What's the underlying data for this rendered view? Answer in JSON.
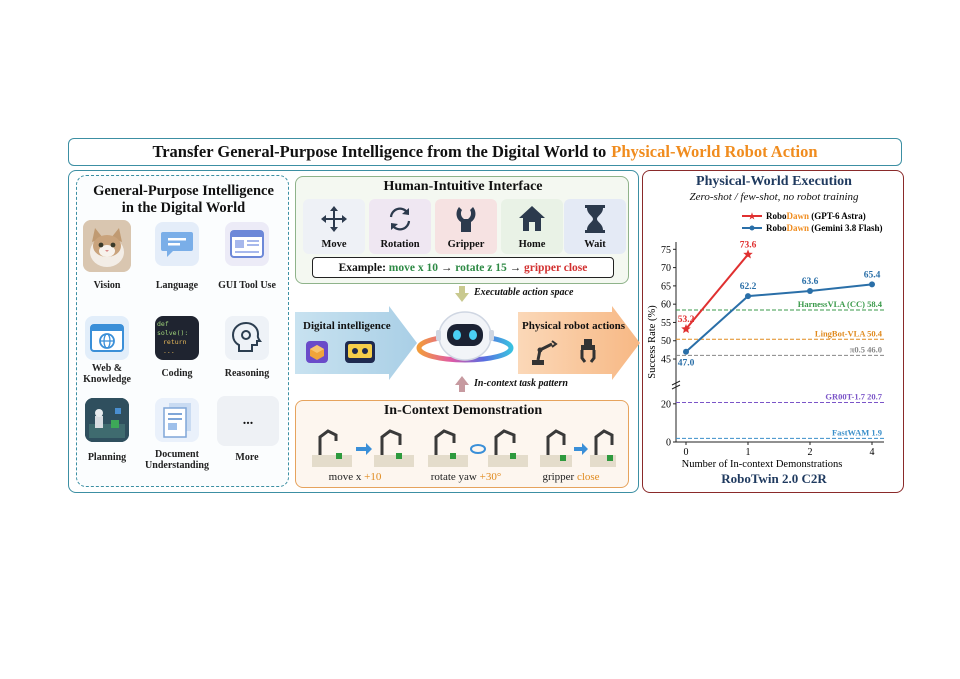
{
  "title": {
    "main": "Transfer General-Purpose Intelligence from the Digital World to",
    "accent": "Physical-World Robot Action",
    "accent_color": "#f08c1e"
  },
  "digital": {
    "title1": "General-Purpose Intelligence",
    "title2": "in the Digital World",
    "items": [
      {
        "label1": "Vision",
        "label2": "",
        "icon": "cat-photo-icon"
      },
      {
        "label1": "Language",
        "label2": "",
        "icon": "chat-bubble-icon"
      },
      {
        "label1": "GUI Tool Use",
        "label2": "",
        "icon": "browser-window-icon"
      },
      {
        "label1": "Web &",
        "label2": "Knowledge",
        "icon": "globe-window-icon"
      },
      {
        "label1": "Coding",
        "label2": "",
        "icon": "code-editor-icon",
        "code1": "def solve():",
        "code2": "return ..."
      },
      {
        "label1": "Reasoning",
        "label2": "",
        "icon": "head-gear-icon"
      },
      {
        "label1": "Planning",
        "label2": "",
        "icon": "robot-scene-icon"
      },
      {
        "label1": "Document",
        "label2": "Understanding",
        "icon": "document-icon"
      },
      {
        "label1": "More",
        "label2": "",
        "icon": "ellipsis-icon",
        "glyph": "..."
      }
    ]
  },
  "interface": {
    "title": "Human-Intuitive Interface",
    "actions": [
      {
        "label": "Move",
        "icon": "move-arrows-icon"
      },
      {
        "label": "Rotation",
        "icon": "rotate-icon"
      },
      {
        "label": "Gripper",
        "icon": "gripper-icon"
      },
      {
        "label": "Home",
        "icon": "home-icon"
      },
      {
        "label": "Wait",
        "icon": "hourglass-icon"
      }
    ],
    "example_prefix": "Example:",
    "example_move": "move x 10",
    "example_arrow": "→",
    "example_rotate": "rotate z 15",
    "example_gripper": "gripper close"
  },
  "flow": {
    "executable": "Executable action space",
    "in_context": "In-context task pattern",
    "digital_intelligence": "Digital intelligence",
    "physical_actions": "Physical robot actions"
  },
  "demonstration": {
    "title": "In-Context Demonstration",
    "demos": [
      {
        "op": "move x",
        "val": "+10"
      },
      {
        "op": "rotate yaw",
        "val": "+30°"
      },
      {
        "op": "gripper",
        "val": "close"
      }
    ]
  },
  "execution": {
    "title": "Physical-World Execution",
    "subtitle": "Zero-shot / few-shot, no robot training",
    "footer": "RoboTwin 2.0 C2R"
  },
  "chart_data": {
    "type": "line",
    "xlabel": "Number of In-context Demonstrations",
    "ylabel": "Success Rate (%)",
    "x_ticks": [
      "0",
      "1",
      "2",
      "4"
    ],
    "y_ticks_upper": [
      "45",
      "50",
      "55",
      "60",
      "65",
      "70",
      "75"
    ],
    "y_ticks_lower": [
      "0",
      "20"
    ],
    "axis_break": true,
    "series": [
      {
        "name_prefix": "Robo",
        "name_accent": "Dawn",
        "name_suffix": "(GPT-6 Astra)",
        "color": "#e03030",
        "marker": "star",
        "x": [
          0,
          1
        ],
        "y": [
          53.2,
          73.6
        ],
        "labels": [
          "53.2",
          "73.6"
        ]
      },
      {
        "name_prefix": "Robo",
        "name_accent": "Dawn",
        "name_suffix": "(Gemini 3.8 Flash)",
        "color": "#2a6fa8",
        "marker": "circle",
        "x": [
          0,
          1,
          2,
          4
        ],
        "y": [
          47.0,
          62.2,
          63.6,
          65.4
        ],
        "labels": [
          "47.0",
          "62.2",
          "63.6",
          "65.4"
        ]
      }
    ],
    "baselines": [
      {
        "name": "HarnessVLA (CC)",
        "value": 58.4,
        "label": "58.4",
        "color": "#3a9a4a"
      },
      {
        "name": "LingBot-VLA",
        "value": 50.4,
        "label": "50.4",
        "color": "#e08a1e"
      },
      {
        "name": "π0.5",
        "value": 46.0,
        "label": "46.0",
        "color": "#888888"
      },
      {
        "name": "GR00T-1.7",
        "value": 20.7,
        "label": "20.7",
        "color": "#7b55c8"
      },
      {
        "name": "FastWAM",
        "value": 1.9,
        "label": "1.9",
        "color": "#3a8fc9"
      }
    ],
    "legend_position": "top-right"
  }
}
